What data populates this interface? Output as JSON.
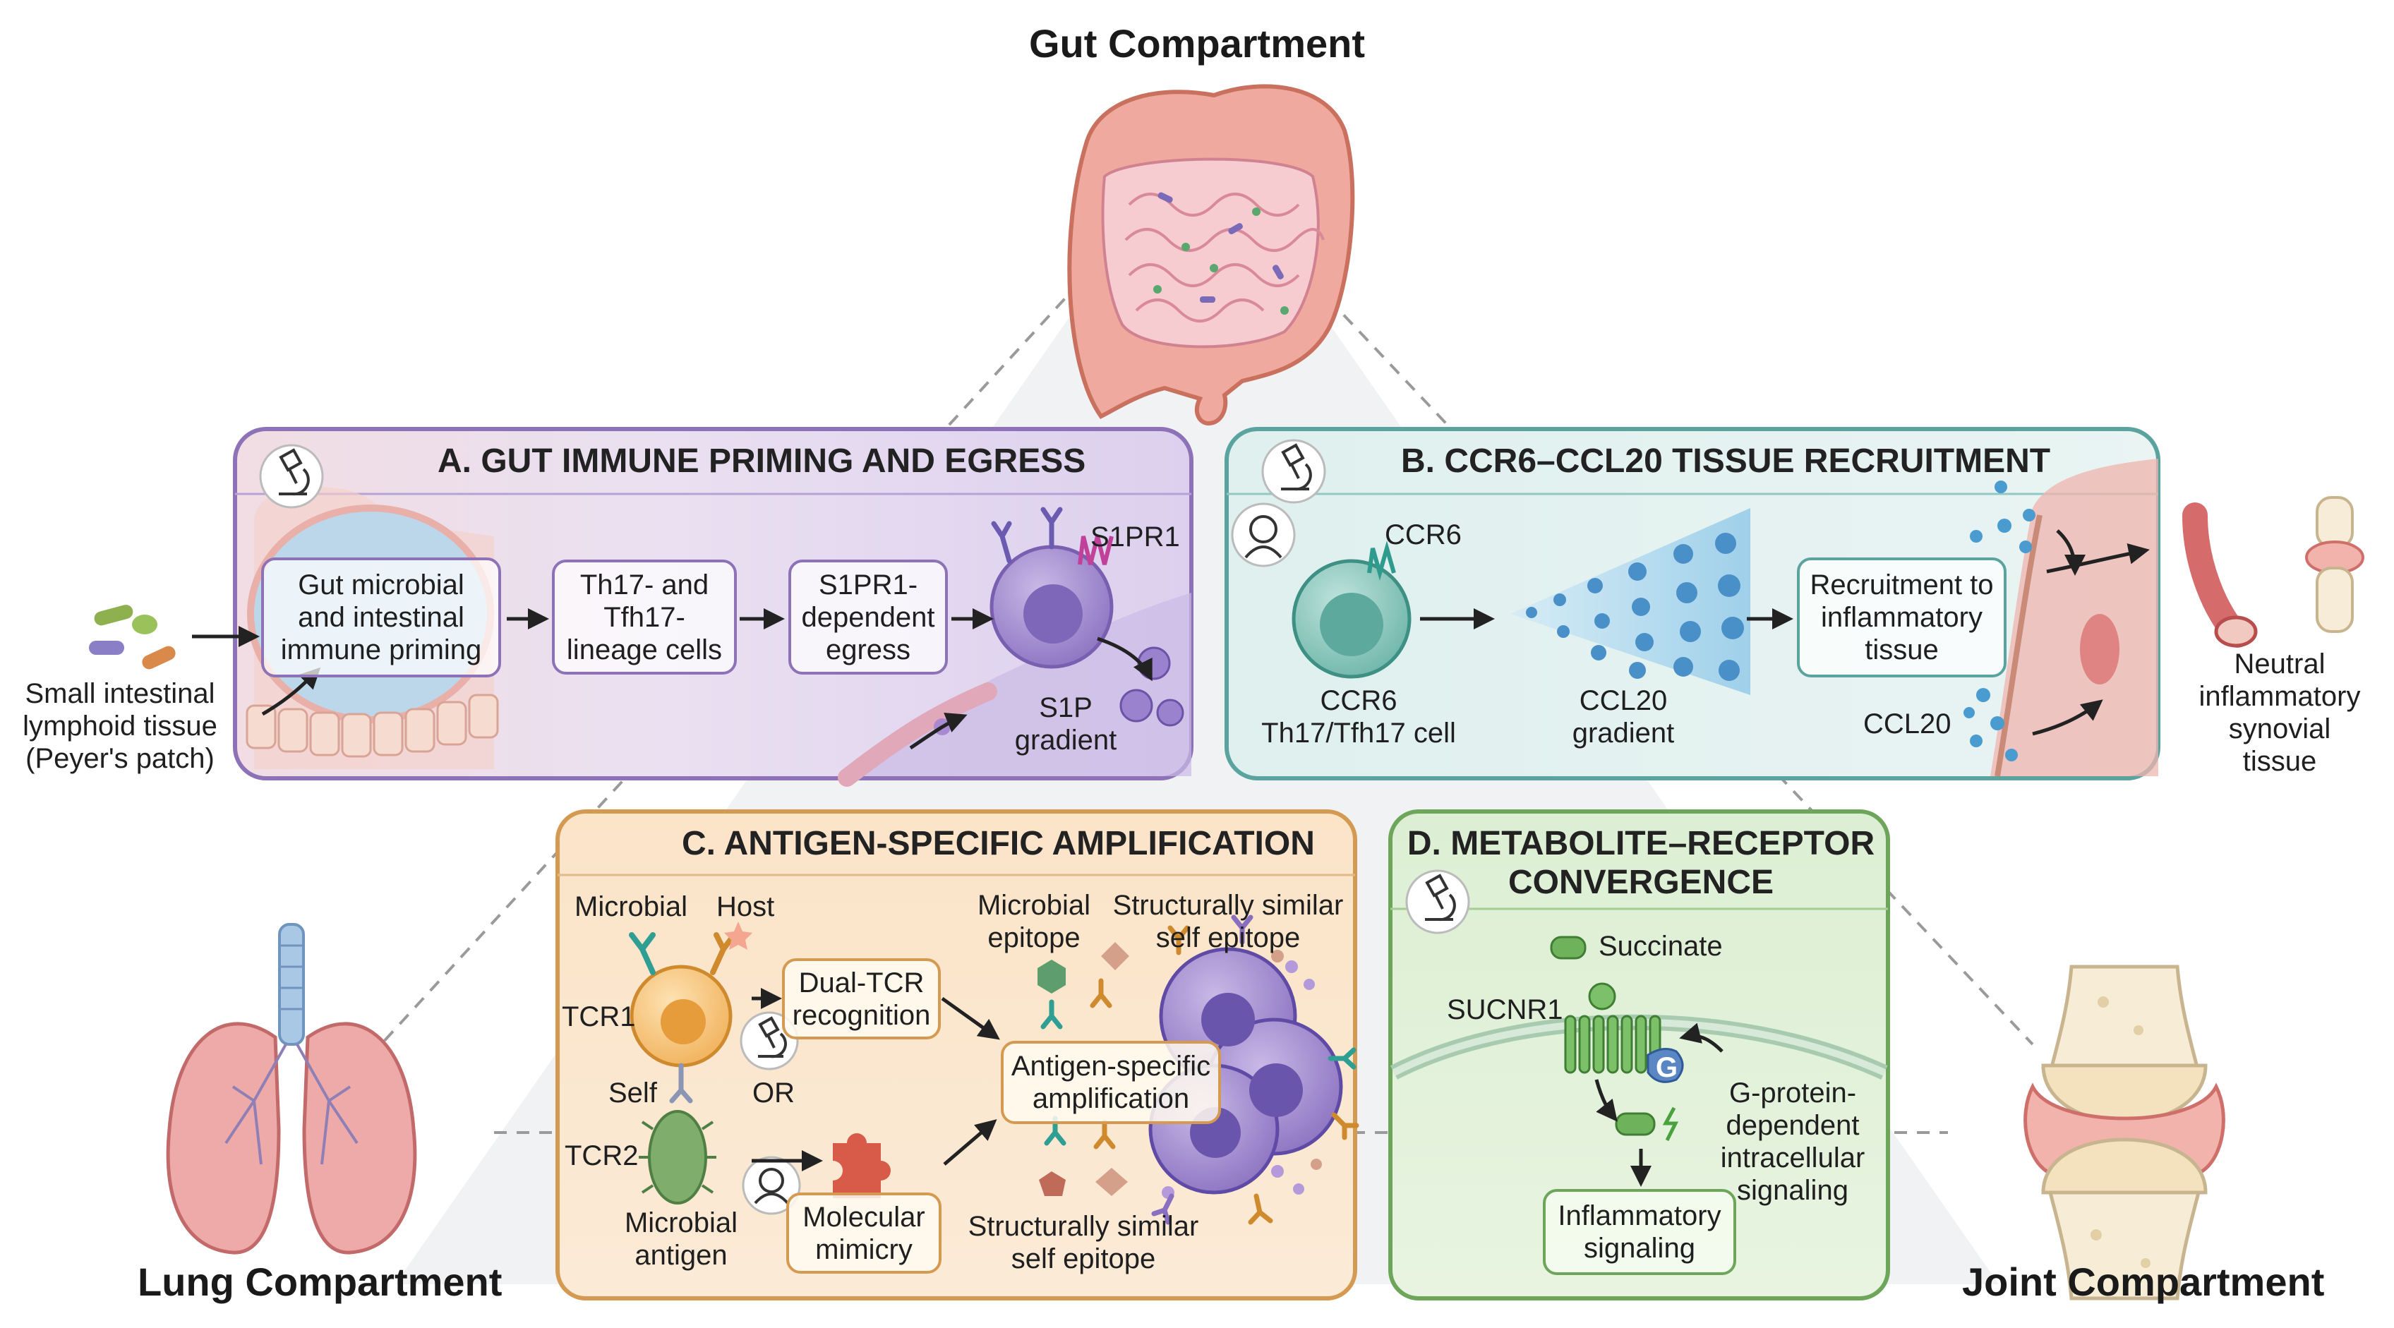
{
  "compartments": {
    "gut": "Gut Compartment",
    "lung": "Lung Compartment",
    "joint": "Joint Compartment"
  },
  "panel_a": {
    "title": "A. GUT IMMUNE PRIMING AND EGRESS",
    "source": [
      "Small intestinal",
      "lymphoid tissue",
      "(Peyer's patch)"
    ],
    "step1": [
      "Gut microbial",
      "and intestinal",
      "immune priming"
    ],
    "step2": [
      "Th17- and",
      "Tfh17-",
      "lineage cells"
    ],
    "step3": [
      "S1PR1-",
      "dependent",
      "egress"
    ],
    "receptor": "S1PR1",
    "gradient": [
      "S1P",
      "gradient"
    ]
  },
  "panel_b": {
    "title": "B. CCR6–CCL20 TISSUE RECRUITMENT",
    "receptor": "CCR6",
    "cell": [
      "CCR6",
      "Th17/Tfh17 cell"
    ],
    "gradient": [
      "CCL20",
      "gradient"
    ],
    "step": [
      "Recruitment to",
      "inflammatory",
      "tissue"
    ],
    "chemokine": "CCL20",
    "target": [
      "Neutral",
      "inflammatory",
      "synovial",
      "tissue"
    ]
  },
  "panel_c": {
    "title": "C. ANTIGEN-SPECIFIC AMPLIFICATION",
    "microbial": "Microbial",
    "host": "Host",
    "tcr1": "TCR1",
    "self": "Self",
    "or": "OR",
    "tcr2": "TCR2",
    "microbial_antigen": [
      "Microbial",
      "antigen"
    ],
    "dual_tcr": [
      "Dual-TCR",
      "recognition"
    ],
    "mimicry": [
      "Molecular",
      "mimicry"
    ],
    "microbial_epitope": [
      "Microbial",
      "epitope"
    ],
    "self_epitope_top": [
      "Structurally similar",
      "self epitope"
    ],
    "amplification": [
      "Antigen-specific",
      "amplification"
    ],
    "self_epitope_bottom": [
      "Structurally similar",
      "self epitope"
    ]
  },
  "panel_d": {
    "title": [
      "D. METABOLITE–RECEPTOR",
      "CONVERGENCE"
    ],
    "ligand": "Succinate",
    "receptor": "SUCNR1",
    "gprotein": "G",
    "signaling": [
      "G-protein-",
      "dependent",
      "intracellular",
      "signaling"
    ],
    "output": [
      "Inflammatory",
      "signaling"
    ]
  },
  "colors": {
    "panel_a": "#8e72b8",
    "panel_b": "#5aa39f",
    "panel_c": "#d49a52",
    "panel_d": "#6da55a"
  }
}
